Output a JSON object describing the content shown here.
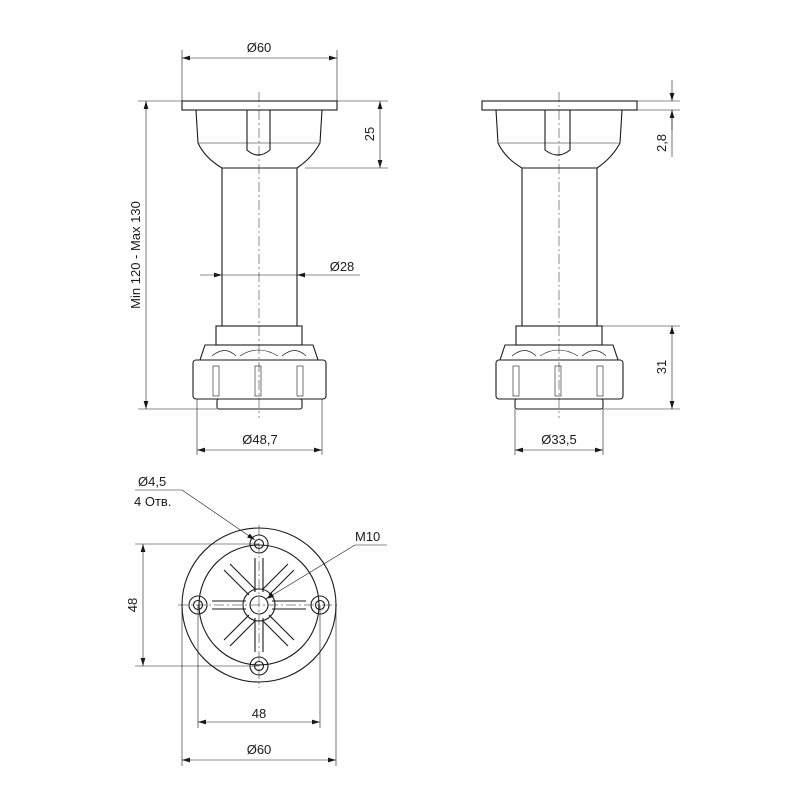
{
  "front_view": {
    "top_diameter": "Ø60",
    "depth_top": "25",
    "height_range": "Min 120 - Max 130",
    "shaft_diameter": "Ø28",
    "base_diameter": "Ø48,7"
  },
  "side_view": {
    "flange_thickness": "2,8",
    "base_height": "31",
    "foot_diameter": "Ø33,5"
  },
  "plan_view": {
    "hole_size": "Ø4,5",
    "hole_count": "4 Отв.",
    "thread": "M10",
    "hole_spacing_vertical": "48",
    "hole_spacing_horizontal": "48",
    "outer_diameter": "Ø60"
  }
}
